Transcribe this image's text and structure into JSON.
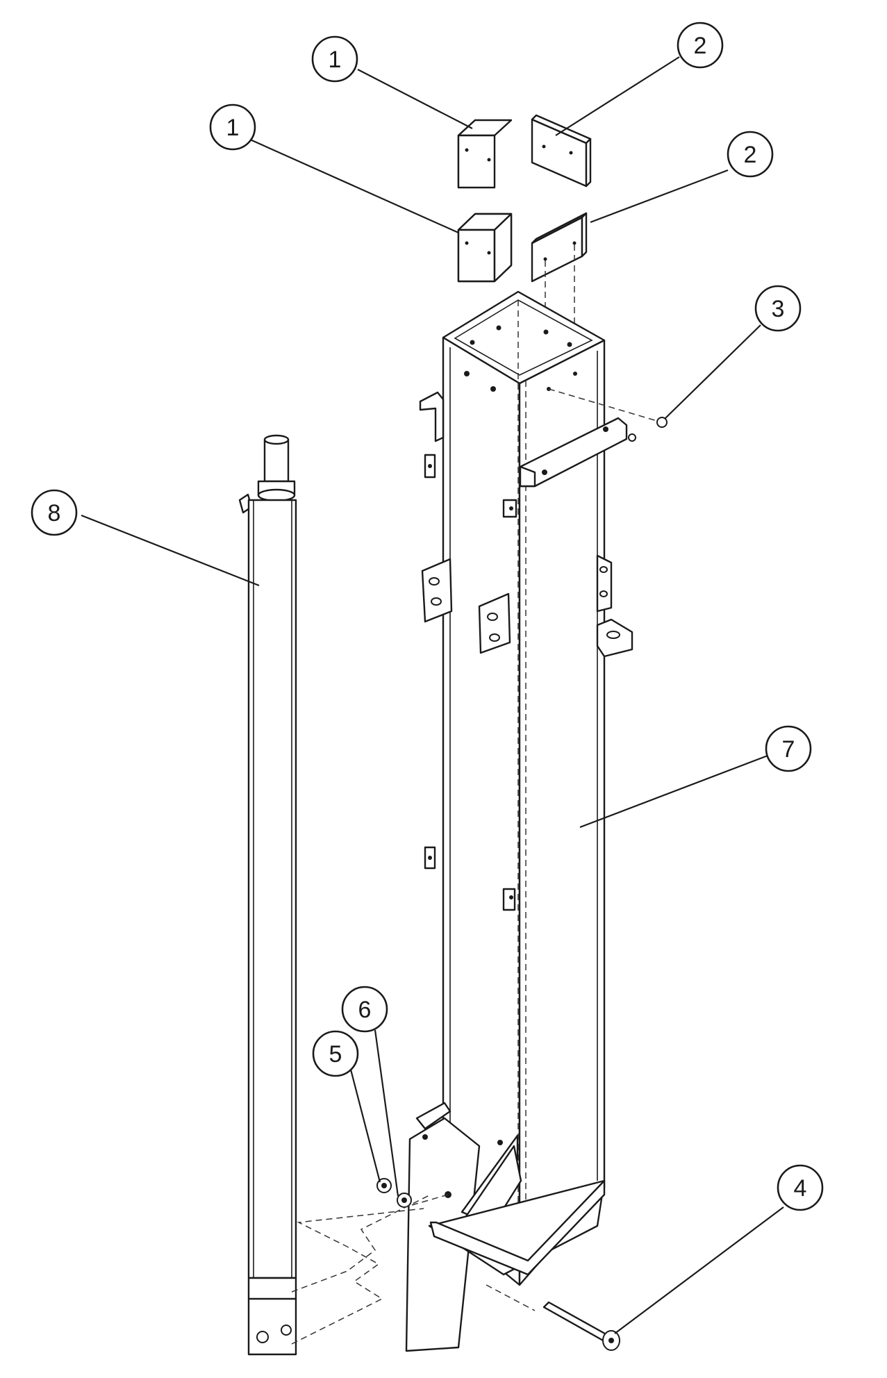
{
  "diagram": {
    "callouts": [
      {
        "id": "c1a",
        "label": "1"
      },
      {
        "id": "c2a",
        "label": "2"
      },
      {
        "id": "c1b",
        "label": "1"
      },
      {
        "id": "c2b",
        "label": "2"
      },
      {
        "id": "c3",
        "label": "3"
      },
      {
        "id": "c8",
        "label": "8"
      },
      {
        "id": "c7",
        "label": "7"
      },
      {
        "id": "c6",
        "label": "6"
      },
      {
        "id": "c5",
        "label": "5"
      },
      {
        "id": "c4",
        "label": "4"
      }
    ]
  }
}
